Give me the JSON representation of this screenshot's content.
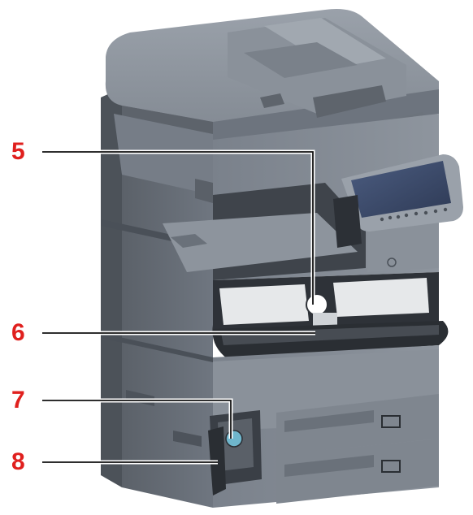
{
  "figure": {
    "subject": "multifunction-printer",
    "colors": {
      "body_light": "#8c939c",
      "body_mid": "#6d747e",
      "body_dark": "#4a5058",
      "body_shadow": "#363b42",
      "panel_face": "#9aa1aa",
      "screen": "#3b4a6b",
      "toner_cap": "#6fb6cc",
      "leader_line": "#ffffff",
      "callout_text": "#e0201e"
    }
  },
  "callouts": [
    {
      "id": "5",
      "label": "5"
    },
    {
      "id": "6",
      "label": "6"
    },
    {
      "id": "7",
      "label": "7"
    },
    {
      "id": "8",
      "label": "8"
    }
  ]
}
